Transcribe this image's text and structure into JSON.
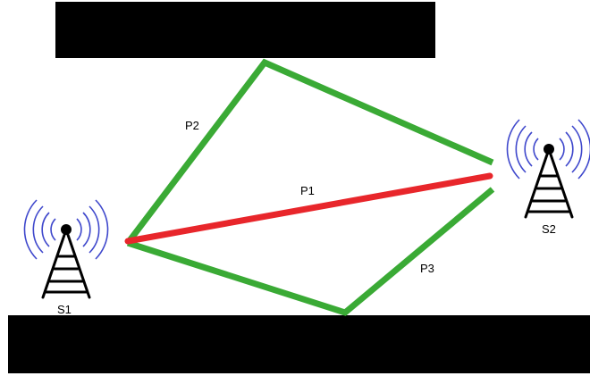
{
  "colors": {
    "background": "#ffffff",
    "redaction": "#000000",
    "path_green": "#3aaa35",
    "path_red": "#e8262b",
    "tower": "#000000",
    "signal_waves": "#3f48cc"
  },
  "paths": [
    {
      "id": "P1",
      "label": "P1",
      "color": "red"
    },
    {
      "id": "P2",
      "label": "P2",
      "color": "green"
    },
    {
      "id": "P3",
      "label": "P3",
      "color": "green"
    }
  ],
  "stations": [
    {
      "id": "S1",
      "label": "S1",
      "icon": "radio-tower-icon"
    },
    {
      "id": "S2",
      "label": "S2",
      "icon": "radio-tower-icon"
    }
  ]
}
